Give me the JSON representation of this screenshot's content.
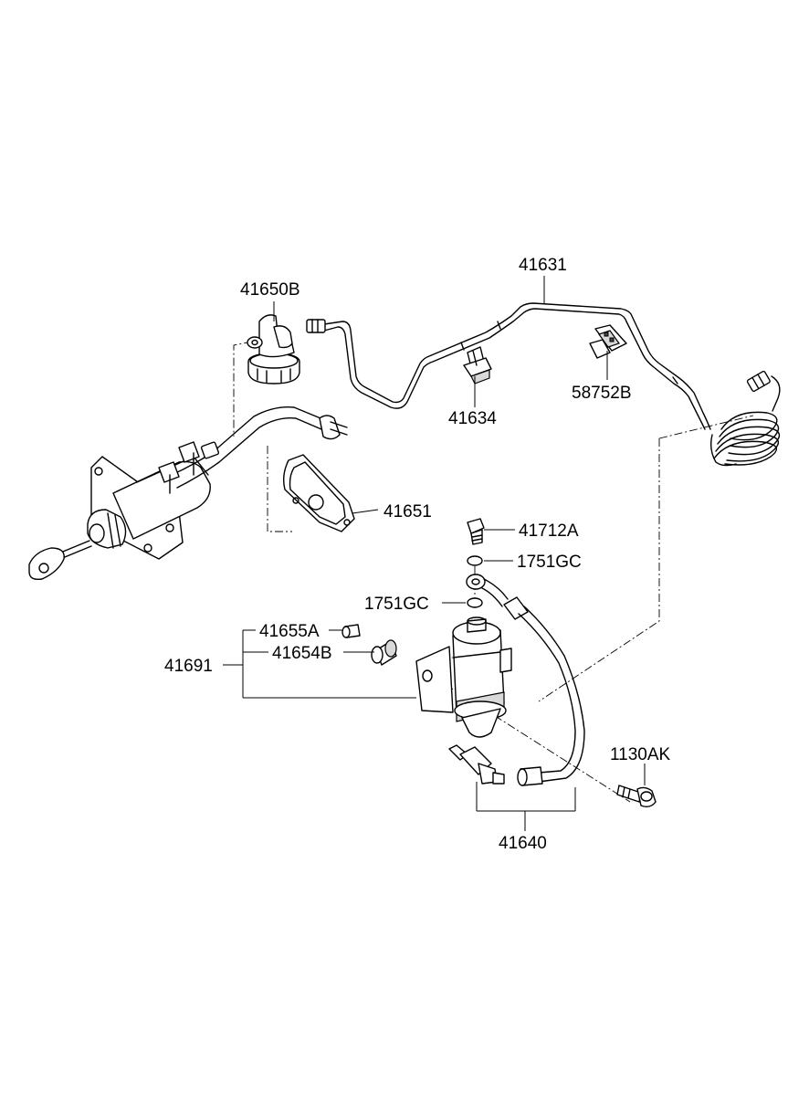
{
  "labels": {
    "p41631": "41631",
    "p41650B": "41650B",
    "p41634": "41634",
    "p58752B": "58752B",
    "p41651": "41651",
    "p41712A": "41712A",
    "p1751GC_upper": "1751GC",
    "p1751GC_lower": "1751GC",
    "p41655A": "41655A",
    "p41654B": "41654B",
    "p41691": "41691",
    "p1130AK": "1130AK",
    "p41640": "41640"
  },
  "colors": {
    "line": "#000000",
    "background": "#ffffff",
    "shade": "#d9d9d9"
  }
}
